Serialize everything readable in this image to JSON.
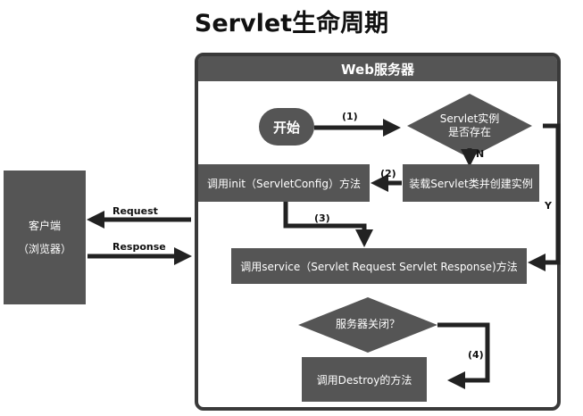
{
  "title": "Servlet生命周期",
  "server_label": "Web服务器",
  "client": {
    "line1": "客户端",
    "line2": "（浏览器）"
  },
  "request_label": "Request",
  "response_label": "Response",
  "start_label": "开始",
  "exists_check": {
    "line1": "Servlet实例",
    "line2": "是否存在"
  },
  "load_label": "装载Servlet类并创建实例",
  "init_label": "调用init（ServletConfig）方法",
  "service_label": "调用service（Servlet Request Servlet Response)方法",
  "shutdown_check": "服务器关闭？",
  "destroy_label": "调用Destroy的方法",
  "step1": "(1)",
  "step2": "(2)",
  "step3": "(3)",
  "step4": "(4)",
  "no_label": "N",
  "yes_label": "Y"
}
